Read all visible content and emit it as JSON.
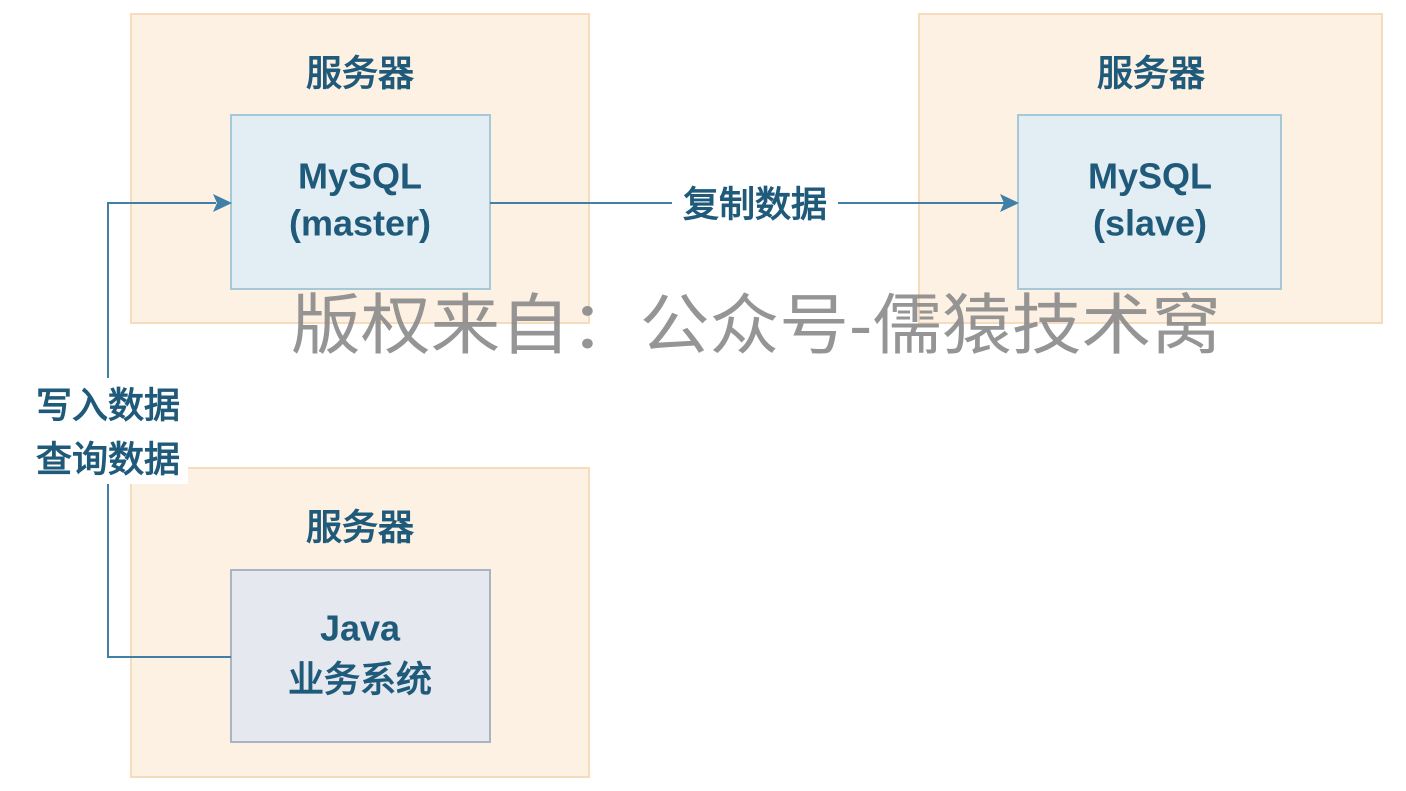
{
  "diagram": {
    "servers": [
      {
        "label": "服务器",
        "component": {
          "line1": "MySQL",
          "line2": "(master)"
        }
      },
      {
        "label": "服务器",
        "component": {
          "line1": "MySQL",
          "line2": "(slave)"
        }
      },
      {
        "label": "服务器",
        "component": {
          "line1": "Java",
          "line2": "业务系统"
        }
      }
    ],
    "edges": [
      {
        "from_server": 0,
        "to_server": 1,
        "label": "复制数据"
      },
      {
        "from_server": 2,
        "to_server": 0,
        "label_lines": [
          "写入数据",
          "查询数据"
        ]
      }
    ],
    "watermark": "版权来自：公众号-儒猿技术窝"
  },
  "colors": {
    "server_fill": "#fdf1e3",
    "server_stroke": "#f6dcbd",
    "db_fill": "#e2eef3",
    "db_stroke": "#a7c9d7",
    "app_fill": "#e5e8ee",
    "app_stroke": "#a9b4c2",
    "text_color": "#1f5a7a",
    "line_color": "#3f7fa8",
    "watermark_color": "#8a8a8a",
    "background": "#ffffff"
  }
}
